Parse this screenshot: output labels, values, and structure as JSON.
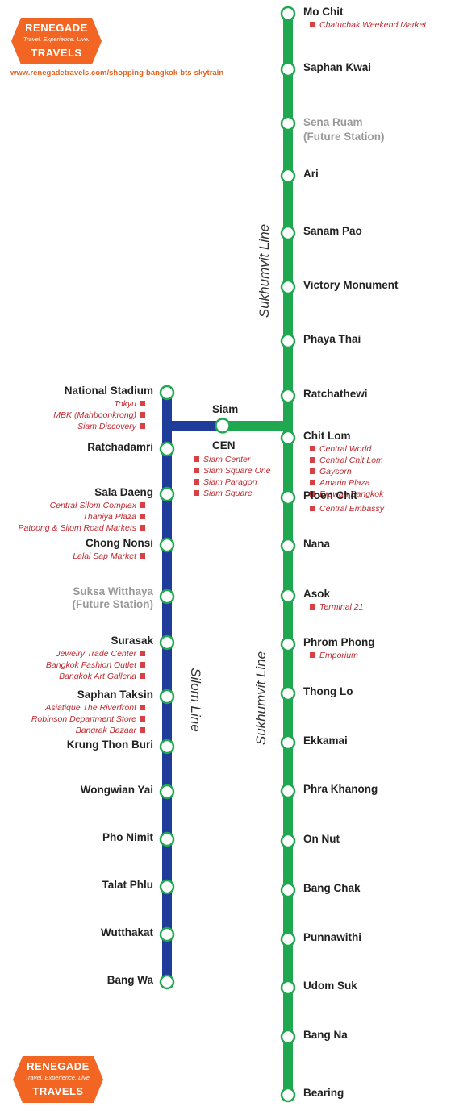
{
  "brand": {
    "name_top": "RENEGADE",
    "tagline": "Travel. Experience. Live.",
    "name_bottom": "TRAVELS",
    "url": "www.renegadetravels.com/shopping-bangkok-bts-skytrain",
    "color": "#f26522"
  },
  "lines": {
    "sukhumvit": {
      "name": "Sukhumvit Line",
      "color": "#1fa84f"
    },
    "silom": {
      "name": "Silom Line",
      "color": "#1f3c9b"
    }
  },
  "interchange": {
    "name": "Siam",
    "code": "CEN",
    "shops": [
      "Siam Center",
      "Siam Square One",
      "Siam Paragon",
      "Siam Square"
    ]
  },
  "sukhumvit_stations": [
    {
      "name": "Mo Chit",
      "shops": [
        "Chatuchak Weekend Market"
      ]
    },
    {
      "name": "Saphan Kwai",
      "shops": []
    },
    {
      "name": "Sena Ruam",
      "note": "(Future Station)",
      "future": true,
      "shops": []
    },
    {
      "name": "Ari",
      "shops": []
    },
    {
      "name": "Sanam Pao",
      "shops": []
    },
    {
      "name": "Victory Monument",
      "shops": []
    },
    {
      "name": "Phaya Thai",
      "shops": []
    },
    {
      "name": "Ratchathewi",
      "shops": []
    },
    {
      "name": "Chit Lom",
      "shops": [
        "Central World",
        "Central Chit Lom",
        "Gaysorn",
        "Amarin Plaza",
        "Erawan Bangkok"
      ]
    },
    {
      "name": "Ploen Chit",
      "shops": [
        "Central Embassy"
      ]
    },
    {
      "name": "Nana",
      "shops": []
    },
    {
      "name": "Asok",
      "shops": [
        "Terminal 21"
      ]
    },
    {
      "name": "Phrom Phong",
      "shops": [
        "Emporium"
      ]
    },
    {
      "name": "Thong Lo",
      "shops": []
    },
    {
      "name": "Ekkamai",
      "shops": []
    },
    {
      "name": "Phra Khanong",
      "shops": []
    },
    {
      "name": "On Nut",
      "shops": []
    },
    {
      "name": "Bang Chak",
      "shops": []
    },
    {
      "name": "Punnawithi",
      "shops": []
    },
    {
      "name": "Udom Suk",
      "shops": []
    },
    {
      "name": "Bang Na",
      "shops": []
    },
    {
      "name": "Bearing",
      "shops": []
    }
  ],
  "silom_stations": [
    {
      "name": "National Stadium",
      "shops": [
        "Tokyu",
        "MBK (Mahboonkrong)",
        "Siam Discovery"
      ]
    },
    {
      "name": "Ratchadamri",
      "shops": []
    },
    {
      "name": "Sala Daeng",
      "shops": [
        "Central Silom Complex",
        "Thaniya Plaza",
        "Patpong & Silom Road Markets"
      ]
    },
    {
      "name": "Chong Nonsi",
      "shops": [
        "Lalai Sap Market"
      ]
    },
    {
      "name": "Suksa Witthaya",
      "note": "(Future Station)",
      "future": true,
      "shops": []
    },
    {
      "name": "Surasak",
      "shops": [
        "Jewelry Trade Center",
        "Bangkok Fashion Outlet",
        "Bangkok Art Galleria"
      ]
    },
    {
      "name": "Saphan Taksin",
      "shops": [
        "Asiatique The Riverfront",
        "Robinson Department Store",
        "Bangrak Bazaar"
      ]
    },
    {
      "name": "Krung Thon Buri",
      "shops": []
    },
    {
      "name": "Wongwian Yai",
      "shops": []
    },
    {
      "name": "Pho Nimit",
      "shops": []
    },
    {
      "name": "Talat Phlu",
      "shops": []
    },
    {
      "name": "Wutthakat",
      "shops": []
    },
    {
      "name": "Bang Wa",
      "shops": []
    }
  ]
}
